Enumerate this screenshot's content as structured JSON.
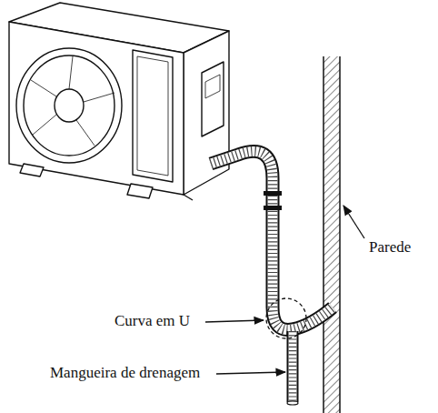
{
  "diagram": {
    "labels": [
      "Parede",
      "Curva em U",
      "Mangueira de drenagem"
    ]
  }
}
